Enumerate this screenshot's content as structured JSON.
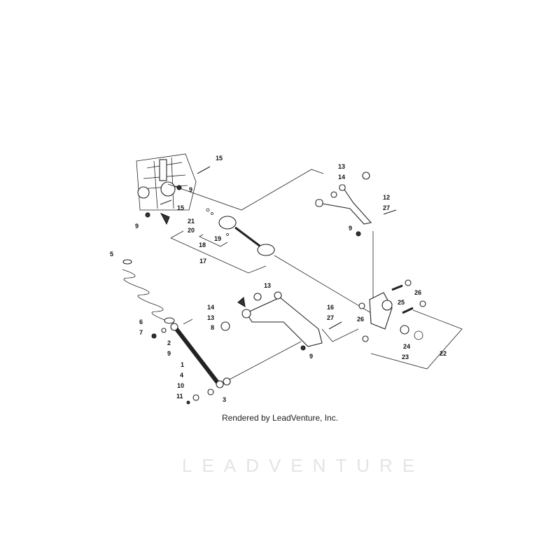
{
  "diagram": {
    "credit": "Rendered by LeadVenture, Inc.",
    "watermark": "LEADVENTURE",
    "callouts": [
      "15",
      "9",
      "15",
      "9",
      "21",
      "20",
      "19",
      "18",
      "17",
      "13",
      "14",
      "12",
      "27",
      "9",
      "5",
      "13",
      "14",
      "13",
      "16",
      "27",
      "26",
      "25",
      "26",
      "6",
      "7",
      "8",
      "2",
      "9",
      "24",
      "23",
      "22",
      "9",
      "1",
      "4",
      "10",
      "3",
      "11"
    ]
  }
}
